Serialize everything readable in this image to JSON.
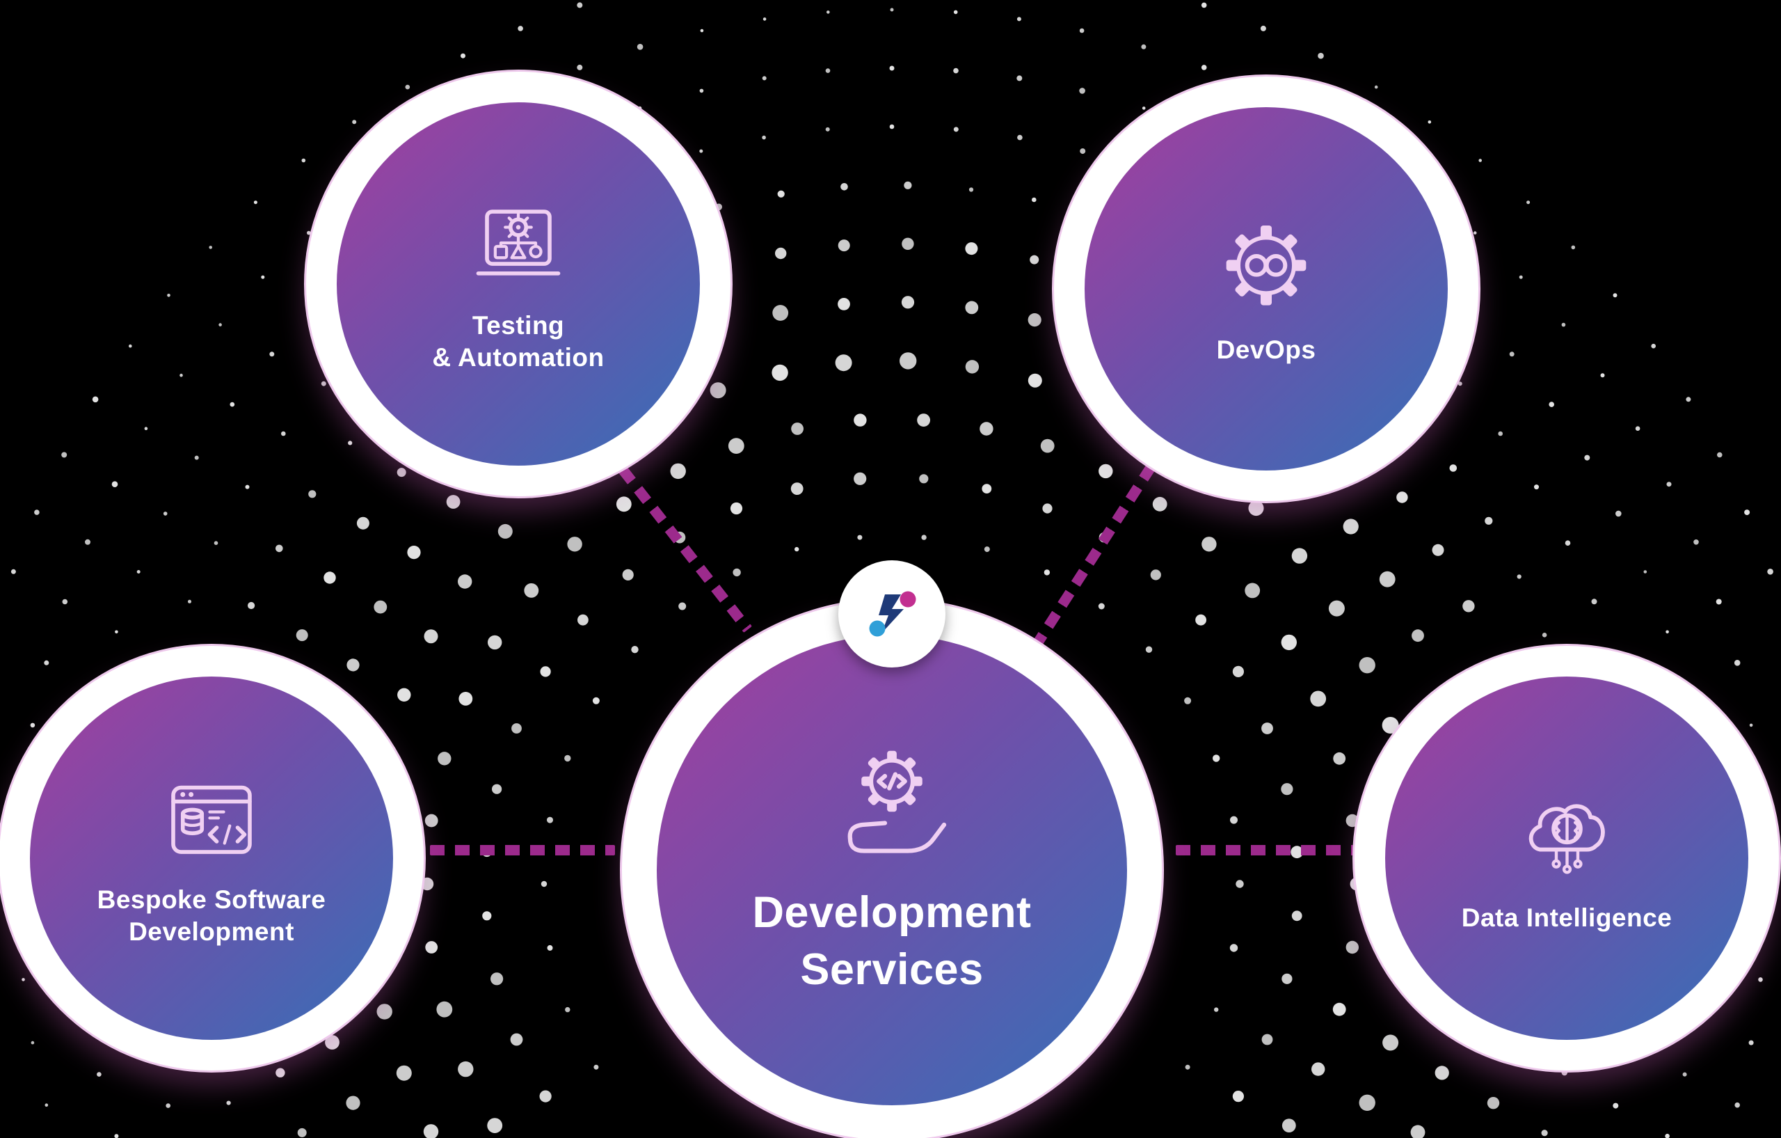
{
  "diagram": {
    "center_node": {
      "id": "development-services",
      "line1": "Development",
      "line2": "Services",
      "icon": "gear-in-hand-icon"
    },
    "nodes": [
      {
        "id": "testing-automation",
        "line1": "Testing",
        "line2": "& Automation",
        "icon": "laptop-gear-workflow-icon"
      },
      {
        "id": "devops",
        "line1": "DevOps",
        "line2": "",
        "icon": "gear-infinity-icon"
      },
      {
        "id": "bespoke-software-development",
        "line1": "Bespoke Software",
        "line2": "Development",
        "icon": "browser-code-database-icon"
      },
      {
        "id": "data-intelligence",
        "line1": "Data Intelligence",
        "line2": "",
        "icon": "cloud-brain-circuit-icon"
      }
    ],
    "colors": {
      "background": "#000000",
      "gradient_start": "#a23f9f",
      "gradient_mid": "#6f50aa",
      "gradient_end": "#3a6db6",
      "ring": "#ffffff",
      "ring_outline": "#eec9ec",
      "connector": "#9c2a8c",
      "dot": "#e2e2e2",
      "label": "#ffffff",
      "icon_stroke": "#f0d0f2",
      "logo_navy": "#1e3a78",
      "logo_pink": "#c22f90",
      "logo_blue": "#2f9fd8"
    }
  }
}
